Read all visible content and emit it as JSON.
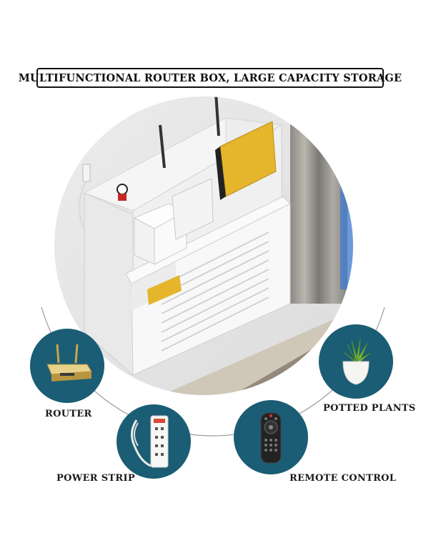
{
  "title": "MULTIFUNCTIONAL ROUTER BOX, LARGE CAPACITY STORAGE",
  "colors": {
    "teal": "#1a5d74",
    "arc": "#9a9a9a",
    "router_yellow": "#e5b52c",
    "furniture_white": "#f6f6f6"
  },
  "items": [
    {
      "label": "ROUTER",
      "icon": "router-icon"
    },
    {
      "label": "POTTED PLANTS",
      "icon": "potted-plant-icon"
    },
    {
      "label": "POWER STRIP",
      "icon": "power-strip-icon"
    },
    {
      "label": "REMOTE CONTROL",
      "icon": "remote-control-icon"
    }
  ]
}
